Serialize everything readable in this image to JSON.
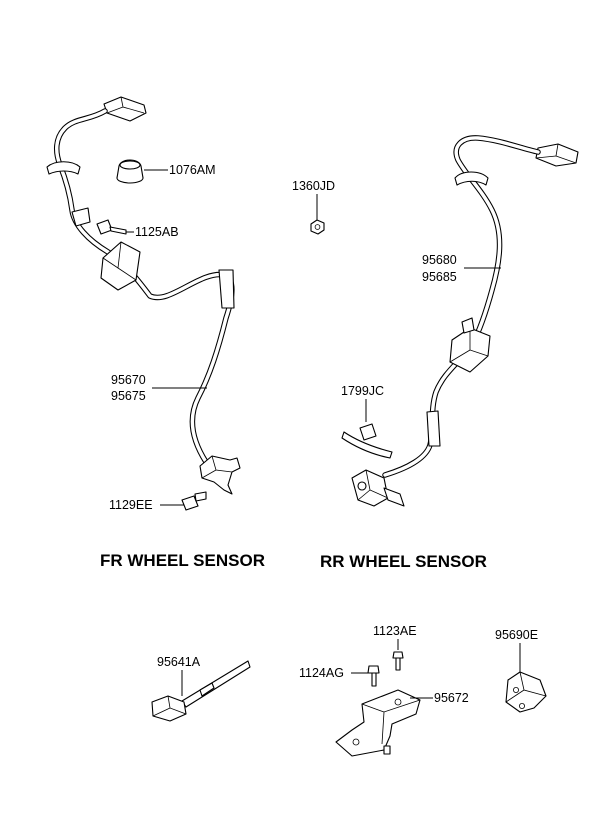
{
  "diagram": {
    "sections": {
      "fr": {
        "title": "FR WHEEL SENSOR"
      },
      "rr": {
        "title": "RR WHEEL SENSOR"
      }
    },
    "parts": {
      "p1076AM": "1076AM",
      "p1125AB": "1125AB",
      "p1360JD": "1360JD",
      "p95680": "95680",
      "p95685": "95685",
      "p95670": "95670",
      "p95675": "95675",
      "p1799JC": "1799JC",
      "p1129EE": "1129EE",
      "p1123AE": "1123AE",
      "p95690E": "95690E",
      "p95641A": "95641A",
      "p1124AG": "1124AG",
      "p95672": "95672"
    }
  }
}
